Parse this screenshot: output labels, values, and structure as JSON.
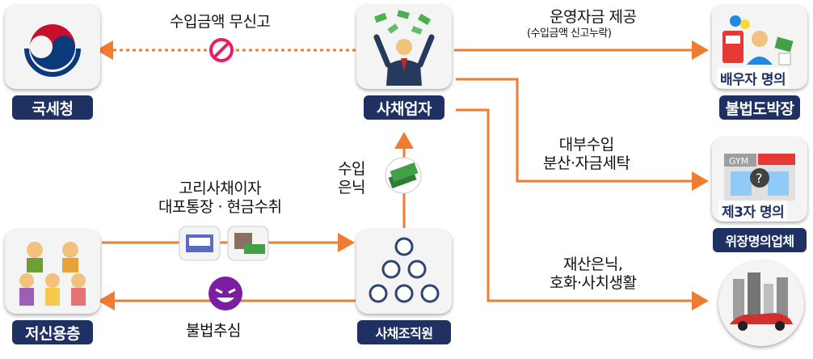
{
  "nodes": {
    "nts": "국세청",
    "lender": "사채업자",
    "gambling": "불법도박장",
    "gambling_badge": "배우자 명의",
    "fake_business": "위장명의업체",
    "fake_badge": "제3자 명의",
    "low_credit": "저신용층",
    "staff": "사채조직원"
  },
  "edges": {
    "unreported": "수입금액 무신고",
    "operating_funds": "운영자금 제공",
    "operating_funds_note": "(수입금액 신고누락)",
    "loan_dispersal_line1": "대부수입",
    "loan_dispersal_line2": "분산·자금세탁",
    "asset_line1": "재산은닉,",
    "asset_line2": "호화·사치생활",
    "income_hidden_line1": "수입",
    "income_hidden_line2": "은닉",
    "usury_line1": "고리사채이자",
    "usury_line2": "대포통장 · 현금수취",
    "illegal_collection": "불법추심"
  },
  "colors": {
    "arrow": "#ee7d31",
    "label_bg": "#1f3062",
    "card_bg": "#f4f4f4"
  }
}
